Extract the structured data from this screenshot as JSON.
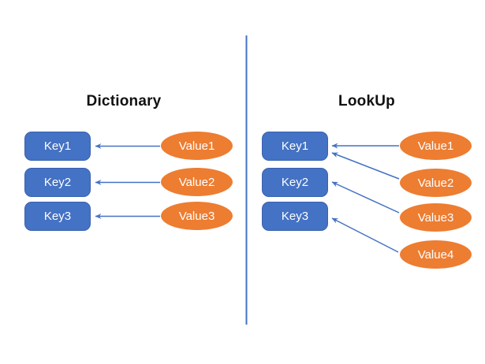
{
  "diagram": {
    "kind": "key-value mapping comparison",
    "colors": {
      "key_fill": "#4472C4",
      "key_border": "#3A62AE",
      "value_fill": "#ED7D31",
      "arrow": "#4472C4",
      "divider": "#4472C4",
      "shape_text": "#FFFFFF",
      "title_text": "#111111"
    }
  },
  "left_panel": {
    "title": "Dictionary",
    "keys": [
      {
        "label": "Key1"
      },
      {
        "label": "Key2"
      },
      {
        "label": "Key3"
      }
    ],
    "values": [
      {
        "label": "Value1"
      },
      {
        "label": "Value2"
      },
      {
        "label": "Value3"
      }
    ],
    "mappings": [
      {
        "from": "Value1",
        "to": "Key1"
      },
      {
        "from": "Value2",
        "to": "Key2"
      },
      {
        "from": "Value3",
        "to": "Key3"
      }
    ]
  },
  "right_panel": {
    "title": "LookUp",
    "keys": [
      {
        "label": "Key1"
      },
      {
        "label": "Key2"
      },
      {
        "label": "Key3"
      }
    ],
    "values": [
      {
        "label": "Value1"
      },
      {
        "label": "Value2"
      },
      {
        "label": "Value3"
      },
      {
        "label": "Value4"
      }
    ],
    "mappings": [
      {
        "from": "Value1",
        "to": "Key1"
      },
      {
        "from": "Value2",
        "to": "Key1"
      },
      {
        "from": "Value3",
        "to": "Key2"
      },
      {
        "from": "Value4",
        "to": "Key3"
      }
    ]
  }
}
